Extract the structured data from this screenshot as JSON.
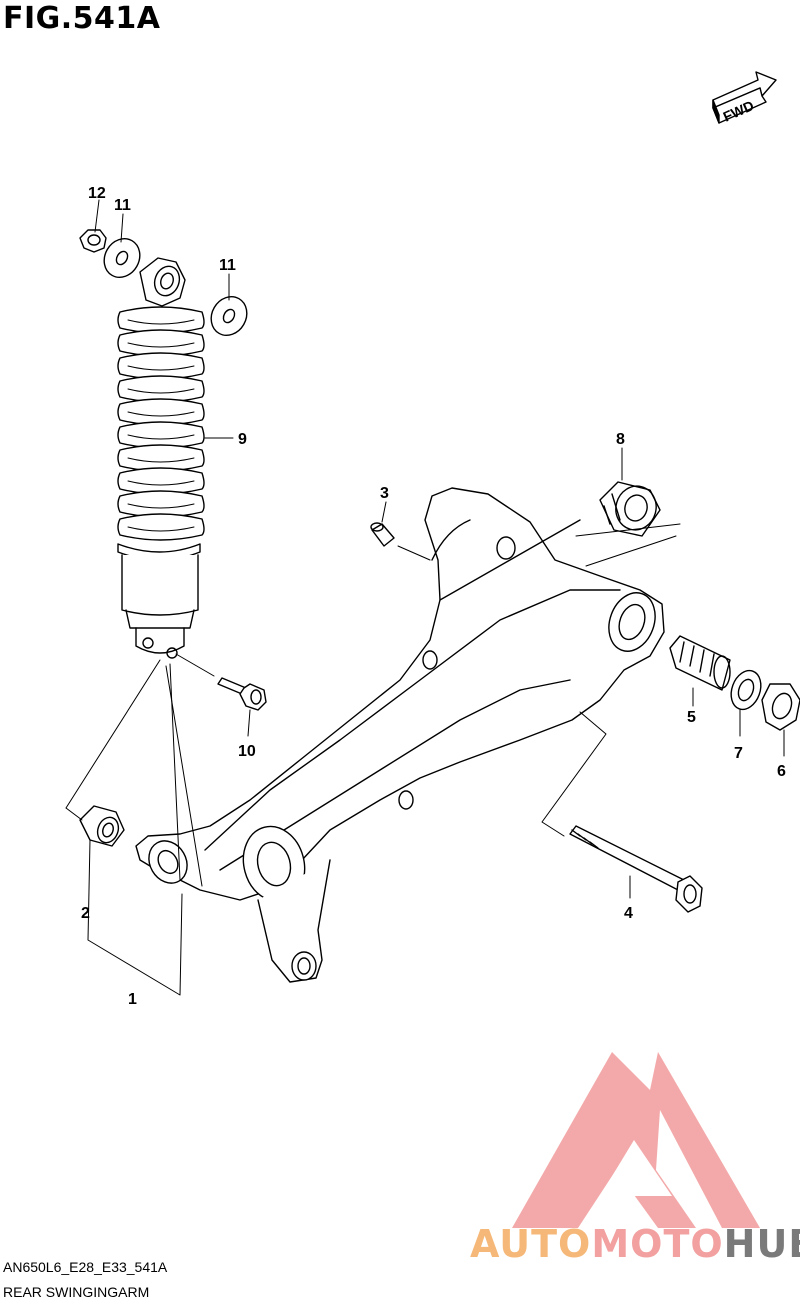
{
  "figure": {
    "title": "FIG.541A",
    "code": "AN650L6_E28_E33_541A",
    "caption": "REAR SWINGINGARM",
    "fwd_label": "FWD"
  },
  "callouts": [
    "1",
    "2",
    "3",
    "4",
    "5",
    "6",
    "7",
    "8",
    "9",
    "10",
    "11",
    "11",
    "12"
  ],
  "watermark": {
    "words": [
      "AUTO",
      "MOTO",
      "HUB"
    ],
    "colors": {
      "auto": "#f5b878",
      "moto": "#f2a0a0",
      "hub": "#7a7a7a",
      "mark": "#f08a8a"
    }
  },
  "colors": {
    "line": "#000000",
    "background": "#ffffff"
  }
}
